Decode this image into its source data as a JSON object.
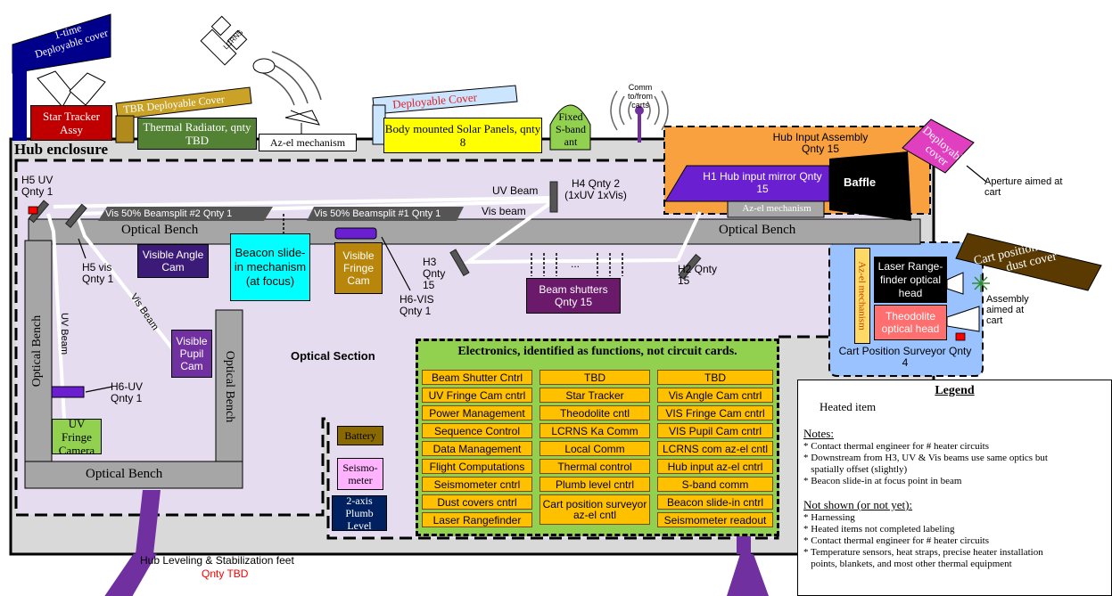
{
  "top": {
    "onetime_cover": "1-time Deployable cover",
    "star_tracker": "Star Tracker Assy",
    "tbr_cover": "TBR Deployable Cover",
    "thermal_radiator": "Thermal Radiator, qnty TBD",
    "azel_mech_top": "Az-el mechanism",
    "lcrns": "LCRNS",
    "deployable_cover": "Deployable Cover",
    "solar_panels": "Body mounted Solar Panels, qnty 8",
    "sband": "Fixed S-band ant",
    "comm": "Comm to/from carts"
  },
  "hub_enclosure": "Hub enclosure",
  "hub_input": {
    "title": "Hub Input Assembly",
    "qty": "Qnty 15",
    "mirror": "H1 Hub input mirror Qnty 15",
    "baffle": "Baffle",
    "azel": "Az-el mechanism",
    "cover": "Deployable cover",
    "aperture": "Aperture aimed at cart"
  },
  "optics": {
    "h5uv": "H5 UV Qnty 1",
    "beamsplit2": "Vis 50% Beamsplit #2 Qnty 1",
    "beamsplit1": "Vis 50% Beamsplit #1 Qnty 1",
    "uv_beam_top": "UV Beam",
    "vis_beam_top": "Vis beam",
    "h4": "H4 Qnty 2 (1xUV 1xVis)",
    "optical_bench_top_left": "Optical Bench",
    "optical_bench_top_right": "Optical Bench",
    "visible_angle_cam": "Visible Angle Cam",
    "beacon": "Beacon slide-in mechanism (at focus)",
    "visible_fringe_cam": "Visible Fringe Cam",
    "h3": "H3 Qnty 15",
    "beam_shutters": "Beam shutters Qnty 15",
    "ellipsis": "...",
    "h2": "H2 Qnty 15",
    "h5vis": "H5 vis Qnty 1",
    "h6vis": "H6-VIS Qnty 1",
    "vis_beam_diag": "Vis Beam",
    "uv_beam_vert": "UV Beam",
    "optical_bench_left": "Optical Bench",
    "optical_bench_right": "Optical Bench",
    "visible_pupil_cam": "Visible Pupil Cam",
    "h6uv": "H6-UV Qnty 1",
    "uv_fringe_camera": "UV Fringe Camera",
    "optical_bench_bottom": "Optical Bench",
    "optical_section": "Optical Section"
  },
  "cart_surveyor": {
    "azel": "Az-el mechanism",
    "laser": "Laser Range-finder optical head",
    "theodolite": "Theodolite optical head",
    "title": "Cart Position Surveyor Qnty 4",
    "dust_cover": "Cart position surveyor dust cover",
    "assembly": "Assembly aimed at cart"
  },
  "small_boxes": {
    "battery": "Battery",
    "seismometer": "Seismo-meter",
    "plumb": "2-axis Plumb Level"
  },
  "electronics": {
    "title": "Electronics, identified as functions, not circuit cards.",
    "col1": [
      "Beam Shutter Cntrl",
      "UV Fringe Cam cntrl",
      "Power Management",
      "Sequence Control",
      "Data Management",
      "Flight Computations",
      "Seismometer cntrl",
      "Dust covers cntrl",
      "Laser Rangefinder"
    ],
    "col2": [
      "TBD",
      "Star Tracker",
      "Theodolite cntl",
      "LCRNS Ka Comm",
      "Local Comm",
      "Thermal control",
      "Plumb level cntrl",
      "Cart position surveyor az-el cntl"
    ],
    "col3": [
      "TBD",
      "Vis Angle Cam cntrl",
      "VIS Fringe Cam cntrl",
      "VIS Pupil Cam cntrl",
      "LCRNS com az-el cntl",
      "Hub input az-el cntrl",
      "S-band comm",
      "Beacon slide-in cntrl",
      "Seismometer readout"
    ]
  },
  "feet": {
    "label": "Hub Leveling & Stabilization feet",
    "qty": "Qnty TBD"
  },
  "legend": {
    "title": "Legend",
    "heated": "Heated item",
    "notes_title": "Notes:",
    "notes": [
      "* Contact thermal engineer for # heater circuits",
      "* Downstream from H3, UV & Vis beams use same optics but",
      "   spatially offset (slightly)",
      "* Beacon slide-in at focus point in beam"
    ],
    "notshown_title": "Not shown (or not yet):",
    "notshown": [
      "* Harnessing",
      "* Heated items not completed labeling",
      "* Contact thermal engineer for # heater circuits",
      "* Temperature sensors, heat straps, precise heater installation",
      "   points, blankets, and most other thermal equipment"
    ]
  },
  "colors": {
    "purple_bg": "#e6dcef",
    "gray": "#a6a6a6",
    "orange": "#f9a03f",
    "blue": "#99c2ff",
    "green": "#92d050",
    "amber": "#ffc000"
  }
}
